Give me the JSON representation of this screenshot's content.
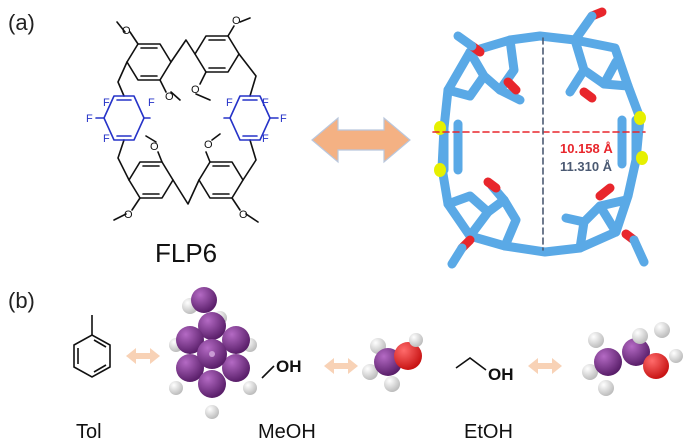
{
  "panels": {
    "a": "(a)",
    "b": "(b)"
  },
  "structure": {
    "name": "FLP6",
    "methoxy_atom": "O",
    "fluoro_atom": "F"
  },
  "model": {
    "distance_1": "10.158 Å",
    "distance_2": "11.310 Å"
  },
  "solvents": {
    "methanol_formula": "OH",
    "ethanol_formula": "OH",
    "labels": [
      "Tol",
      "MeOH",
      "EtOH"
    ]
  },
  "colors": {
    "bond": "#111111",
    "fluorinated_ring": "#2633c8",
    "stick_model": "#5aa9e6",
    "oxygen": "#e8262c",
    "fluorine": "#e6f000",
    "carbon_spacefill": "#7b2a8c",
    "arrow": "#f4b183",
    "distance_red": "#e8262c",
    "distance_gray": "#4b5a73"
  }
}
